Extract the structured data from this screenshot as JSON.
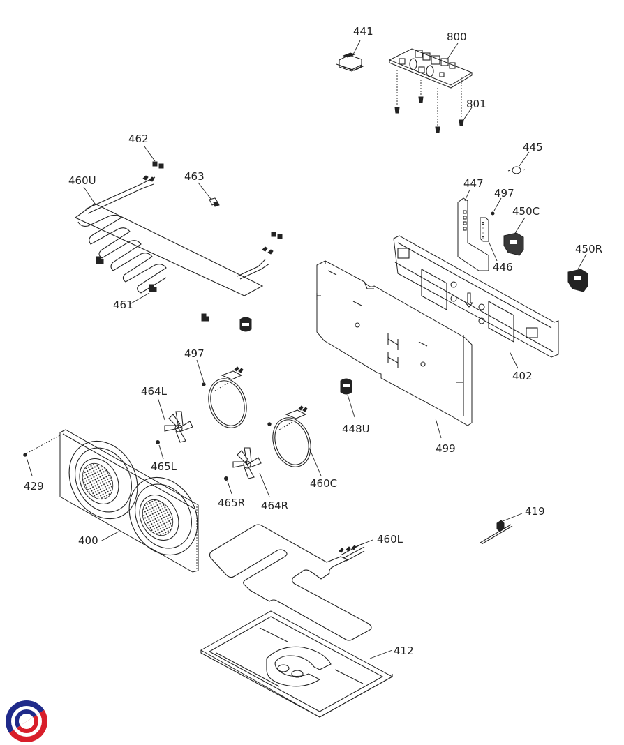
{
  "diagram": {
    "type": "exploded-parts-view",
    "subject": "oven",
    "callouts": [
      {
        "id": "441",
        "part": "transformer"
      },
      {
        "id": "800",
        "part": "control-board"
      },
      {
        "id": "801",
        "part": "board-mounting-pins"
      },
      {
        "id": "462",
        "part": "element-clips-top"
      },
      {
        "id": "460U",
        "part": "upper-heating-element"
      },
      {
        "id": "463",
        "part": "clip"
      },
      {
        "id": "445",
        "part": "thermal-cutout"
      },
      {
        "id": "447",
        "part": "bracket"
      },
      {
        "id": "497",
        "part": "screw"
      },
      {
        "id": "450C",
        "part": "fan-motor-centre"
      },
      {
        "id": "450R",
        "part": "fan-motor-right"
      },
      {
        "id": "446",
        "part": "terminal-block"
      },
      {
        "id": "461",
        "part": "element-bracket"
      },
      {
        "id": "402",
        "part": "rear-panel"
      },
      {
        "id": "499",
        "part": "insulation"
      },
      {
        "id": "497b",
        "label": "497",
        "part": "screw"
      },
      {
        "id": "464L",
        "part": "fan-blade-left"
      },
      {
        "id": "448U",
        "part": "lamp-holder"
      },
      {
        "id": "465L",
        "part": "fan-nut-left"
      },
      {
        "id": "460C",
        "part": "circular-element"
      },
      {
        "id": "429",
        "part": "screw"
      },
      {
        "id": "465R",
        "part": "fan-nut-right"
      },
      {
        "id": "464R",
        "part": "fan-blade-right"
      },
      {
        "id": "400",
        "part": "fan-cover-panel"
      },
      {
        "id": "419",
        "part": "sensor-probe"
      },
      {
        "id": "460L",
        "part": "lower-heating-element"
      },
      {
        "id": "412",
        "part": "base-plate"
      }
    ]
  },
  "labels": {
    "l441": "441",
    "l800": "800",
    "l801": "801",
    "l462": "462",
    "l460U": "460U",
    "l463": "463",
    "l445": "445",
    "l447": "447",
    "l497a": "497",
    "l450C": "450C",
    "l450R": "450R",
    "l446": "446",
    "l461": "461",
    "l402": "402",
    "l499": "499",
    "l497b": "497",
    "l464L": "464L",
    "l448U": "448U",
    "l465L": "465L",
    "l460C": "460C",
    "l429": "429",
    "l465R": "465R",
    "l464R": "464R",
    "l400": "400",
    "l419": "419",
    "l460L": "460L",
    "l412": "412"
  },
  "logo": {
    "name": "brand-logo",
    "colors": {
      "primary": "#1f2a8a",
      "secondary": "#d81e2a"
    }
  }
}
